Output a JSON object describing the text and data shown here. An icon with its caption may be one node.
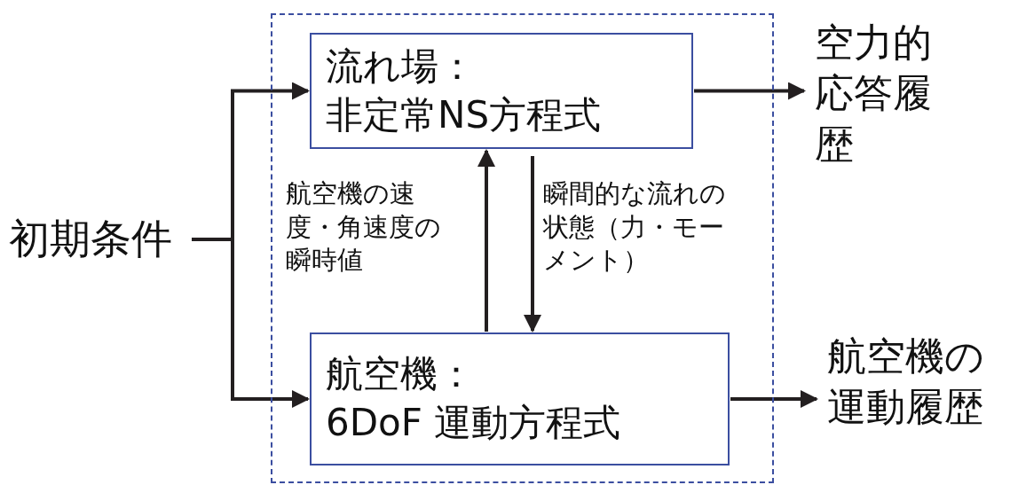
{
  "diagram": {
    "nodes": [
      {
        "text": [],
        "shape": "box"
      },
      {
        "text": [
          "流れ場：",
          "非定常NS方程式"
        ],
        "in": 0
      },
      {
        "text": [
          "航空機：",
          "6DoF 運動方程式"
        ],
        "in": 0
      },
      {
        "text": [
          "初期条件"
        ]
      },
      {
        "text": [
          "空力的応答履歴"
        ]
      },
      {
        "text": [
          "航空機の運動履歴"
        ]
      }
    ],
    "edges": [
      {
        "from": 3,
        "to": 1,
        "arrow": "to"
      },
      {
        "from": 3,
        "to": 2,
        "arrow": "to"
      },
      {
        "from": 2,
        "to": 1,
        "arrow": "to",
        "label": "航空機の速度・角速度の瞬時値"
      },
      {
        "from": 1,
        "to": 2,
        "arrow": "to",
        "label": "瞬間的な流れの状態（力・モーメント）"
      },
      {
        "from": 1,
        "to": 4,
        "arrow": "to"
      },
      {
        "from": 2,
        "to": 5,
        "arrow": "to"
      }
    ]
  }
}
